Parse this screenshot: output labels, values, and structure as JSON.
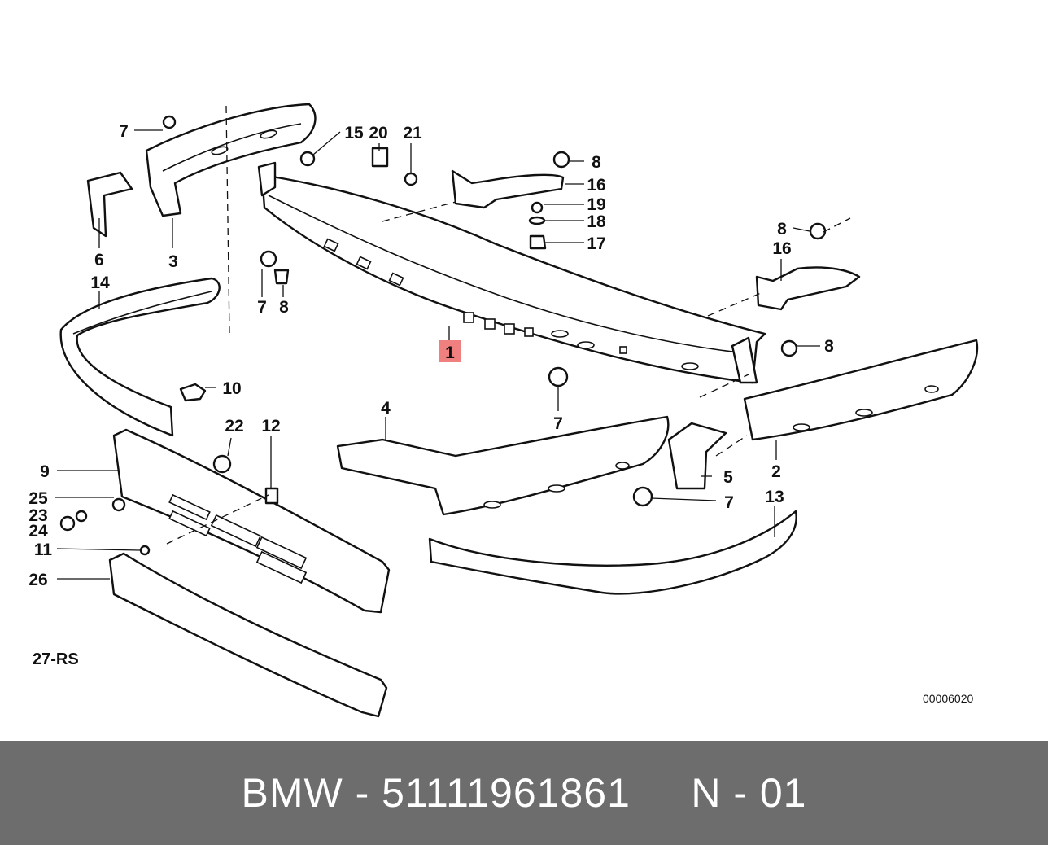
{
  "diagram": {
    "group_code": "27-RS",
    "plate_number": "00006020",
    "highlighted_callout": "1",
    "highlight_color": "#f08080",
    "callouts": {
      "c1": "1",
      "c2": "2",
      "c3": "3",
      "c4": "4",
      "c5": "5",
      "c6": "6",
      "c7": "7",
      "c8": "8",
      "c9": "9",
      "c10": "10",
      "c11": "11",
      "c12": "12",
      "c13": "13",
      "c14": "14",
      "c15": "15",
      "c16": "16",
      "c17": "17",
      "c18": "18",
      "c19": "19",
      "c20": "20",
      "c21": "21",
      "c22": "22",
      "c23": "23",
      "c24": "24",
      "c25": "25",
      "c26": "26"
    }
  },
  "footer": {
    "text": "BMW - 51111961861     N - 01",
    "background": "#6d6d6d"
  }
}
